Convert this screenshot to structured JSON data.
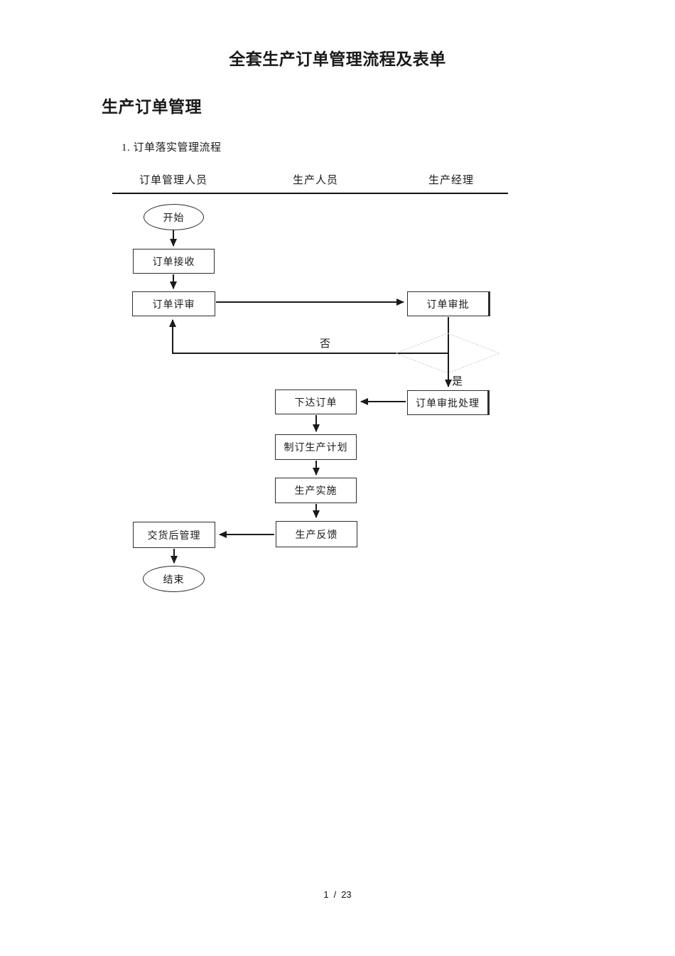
{
  "document": {
    "title": "全套生产订单管理流程及表单",
    "section_heading": "生产订单管理",
    "list_item": "1. 订单落实管理流程",
    "footer": {
      "current": "1",
      "separator": "/",
      "total": "23"
    }
  },
  "flowchart": {
    "lanes": [
      "订单管理人员",
      "生产人员",
      "生产经理"
    ],
    "nodes": {
      "start": "开始",
      "receive": "订单接收",
      "review": "订单评审",
      "approve": "订单审批",
      "approve_process": "订单审批处理",
      "issue": "下达订单",
      "plan": "制订生产计划",
      "implement": "生产实施",
      "feedback": "生产反馈",
      "post_delivery": "交货后管理",
      "end": "结束"
    },
    "edge_labels": {
      "no": "否",
      "yes": "是"
    },
    "colors": {
      "line": "#1a1a1a",
      "box_border": "#2e2e2e",
      "decision_diamond": "#c8c8c8"
    }
  }
}
